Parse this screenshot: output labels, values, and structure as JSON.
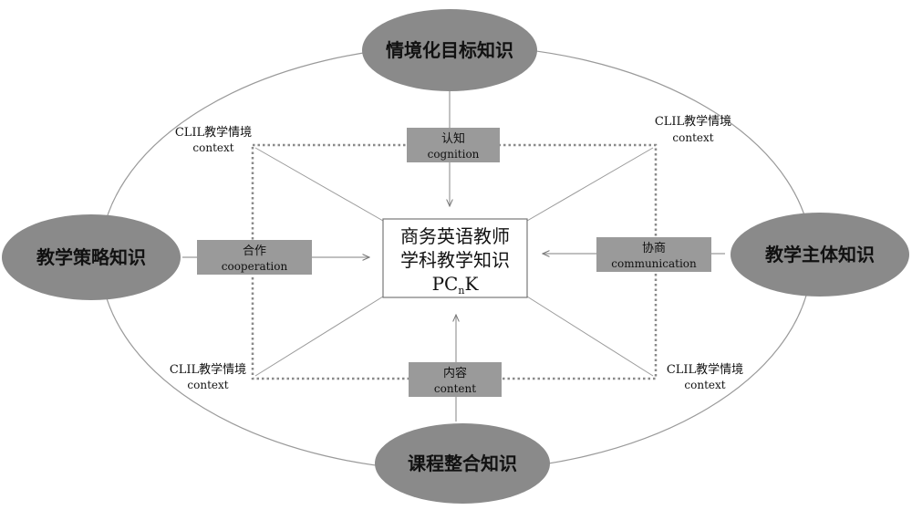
{
  "nodes": {
    "top": "情境化目标知识",
    "left": "教学策略知识",
    "right": "教学主体知识",
    "bottom": "课程整合知识"
  },
  "center": {
    "line1": "商务英语教师",
    "line2": "学科教学知识",
    "line3_main": "PC",
    "line3_sub": "n",
    "line3_end": "K"
  },
  "edges": {
    "top": {
      "zh": "认知",
      "en": "cognition"
    },
    "left": {
      "zh": "合作",
      "en": "cooperation"
    },
    "right": {
      "zh": "协商",
      "en": "communication"
    },
    "bottom": {
      "zh": "内容",
      "en": "content"
    }
  },
  "context_labels": {
    "top_left": {
      "zh": "CLIL教学情境",
      "en": "context"
    },
    "top_right": {
      "zh": "CLIL教学情境",
      "en": "context"
    },
    "bottom_left": {
      "zh": "CLIL教学情境",
      "en": "context"
    },
    "bottom_right": {
      "zh": "CLIL教学情境",
      "en": "context"
    }
  },
  "colors": {
    "node_fill": "#8a8a8a",
    "box_fill": "#9a9a9a",
    "line": "#9a9a9a",
    "dotted_rect": "#8a8a8a"
  }
}
